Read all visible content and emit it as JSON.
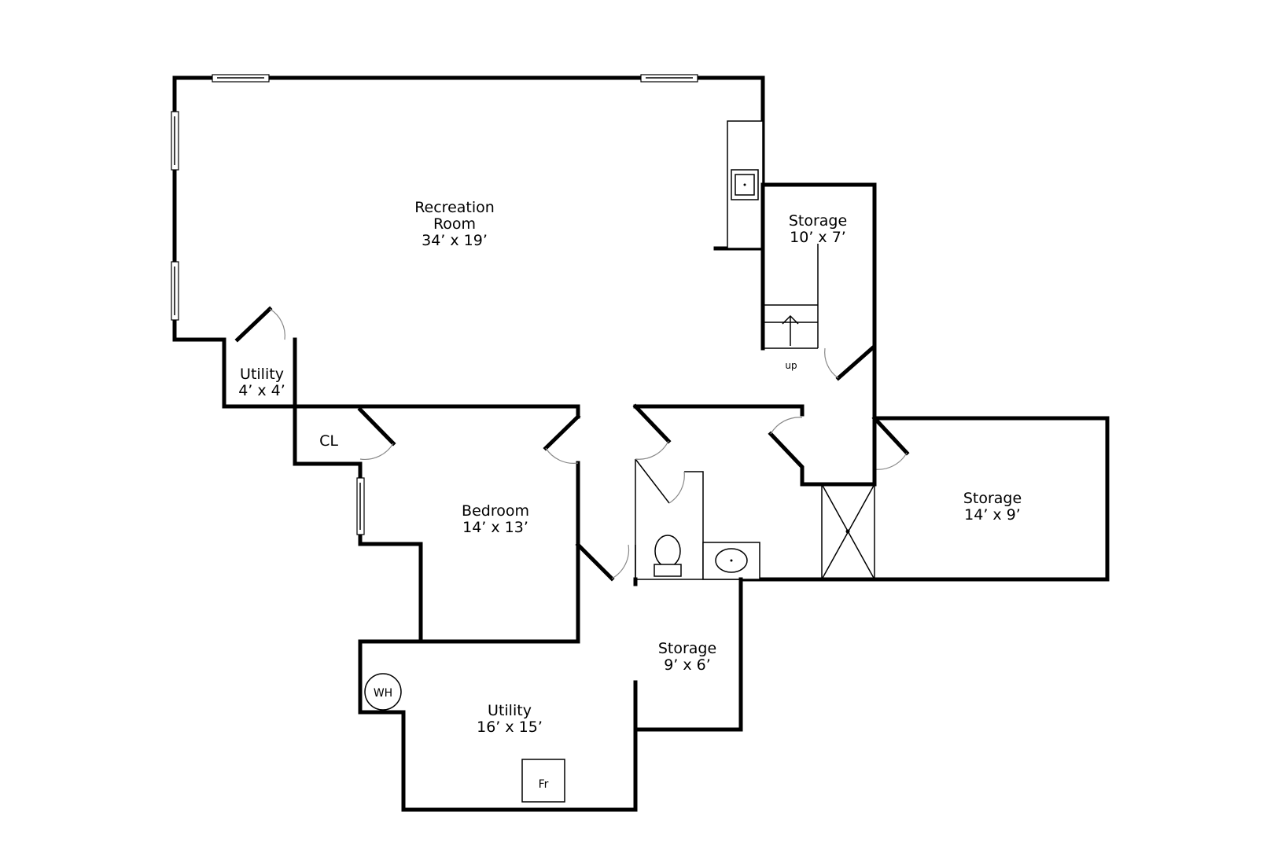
{
  "rooms": {
    "recreation": {
      "name_line1": "Recreation",
      "name_line2": "Room",
      "size": "34’ x 19’"
    },
    "storage_top": {
      "name": "Storage",
      "size": "10’ x 7’"
    },
    "utility_small": {
      "name": "Utility",
      "size": "4’ x 4’"
    },
    "closet": {
      "name": "CL"
    },
    "bedroom": {
      "name": "Bedroom",
      "size": "14’ x 13’"
    },
    "storage_right": {
      "name": "Storage",
      "size": "14’ x 9’"
    },
    "storage_mid": {
      "name": "Storage",
      "size": "9’ x 6’"
    },
    "utility_large": {
      "name": "Utility",
      "size": "16’ x 15’"
    }
  },
  "fixtures": {
    "water_heater": "WH",
    "furnace": "Fr",
    "stairs": "up"
  }
}
